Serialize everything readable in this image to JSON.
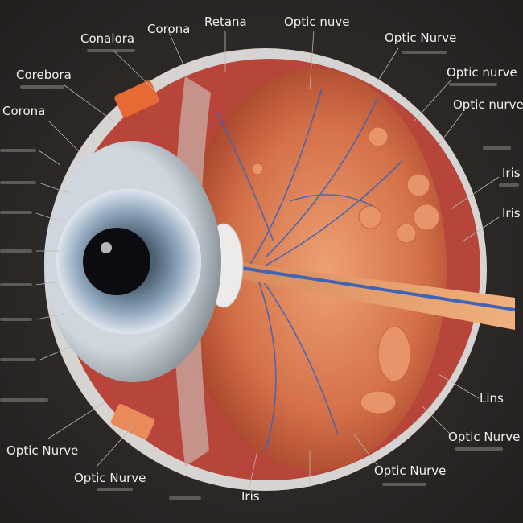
{
  "colors": {
    "background": "#2a2726",
    "sclera": "#e9e7e6",
    "choroid": "#c65a3a",
    "retina": "#e08a5c",
    "iris": "#6f8aa6",
    "pupil": "#0c0c10",
    "vessel_blue": "#3f63b5",
    "optic_nerve": "#e6a070"
  },
  "labels": [
    {
      "text": "Conalora"
    },
    {
      "text": "Corona"
    },
    {
      "text": "Retana"
    },
    {
      "text": "Optic nuve"
    },
    {
      "text": "Optic Nurve"
    },
    {
      "text": "Corebora"
    },
    {
      "text": "Optic nurve"
    },
    {
      "text": "Optic nurve"
    },
    {
      "text": "Corona"
    },
    {
      "text": "Iris"
    },
    {
      "text": "Iris"
    },
    {
      "text": "Lins"
    },
    {
      "text": "Optic Nurve"
    },
    {
      "text": "Optic Nurve"
    },
    {
      "text": "Optic Nurve"
    },
    {
      "text": "Optic Nurve"
    },
    {
      "text": "Iris"
    }
  ]
}
